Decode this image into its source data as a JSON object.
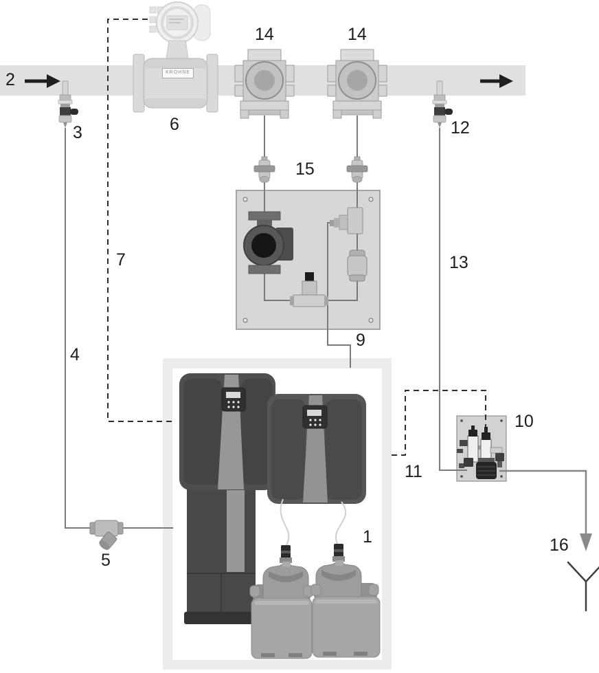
{
  "diagram": {
    "flowmeter_brand": "KROHNE",
    "callouts": {
      "c1": "1",
      "c2": "2",
      "c3": "3",
      "c4": "4",
      "c5": "5",
      "c6": "6",
      "c7": "7",
      "c9": "9",
      "c10": "10",
      "c11": "11",
      "c12": "12",
      "c13": "13",
      "c14_left": "14",
      "c14_right": "14",
      "c15": "15",
      "c16": "16"
    },
    "icons": {
      "flow_in_arrow": "arrow-right",
      "flow_out_arrow": "arrow-right",
      "drain_arrow": "arrow-down",
      "drain_funnel": "y-funnel"
    },
    "colors": {
      "pipe": "#e0e0e0",
      "tube_line": "#7a7a7a",
      "dashed_line": "#2e2e2e",
      "panel_plate": "#d7d7d7",
      "unit_frame": "#ececec",
      "device_body": "#4f4f4f",
      "canister": "#9d9d9d",
      "flow_arrow": "#1f1f1f",
      "drain_gray": "#8a8a8a",
      "label_text": "#1c1c1c"
    }
  }
}
